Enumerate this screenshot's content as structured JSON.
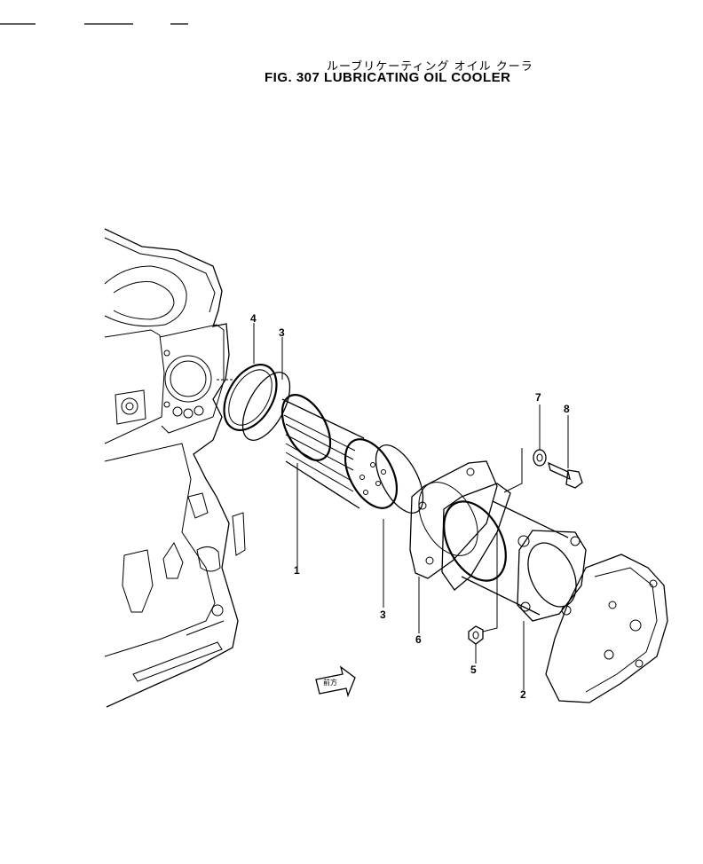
{
  "figure": {
    "title_jp": "ルーブリケーティング オイル クーラ",
    "title_en": "FIG. 307  LUBRICATING  OIL  COOLER"
  },
  "callouts": [
    {
      "id": "c1",
      "label": "1"
    },
    {
      "id": "c2",
      "label": "2"
    },
    {
      "id": "c3a",
      "label": "3"
    },
    {
      "id": "c3b",
      "label": "3"
    },
    {
      "id": "c4",
      "label": "4"
    },
    {
      "id": "c5",
      "label": "5"
    },
    {
      "id": "c6",
      "label": "6"
    },
    {
      "id": "c7",
      "label": "7"
    },
    {
      "id": "c8",
      "label": "8"
    }
  ],
  "direction_arrow_label": "前方"
}
